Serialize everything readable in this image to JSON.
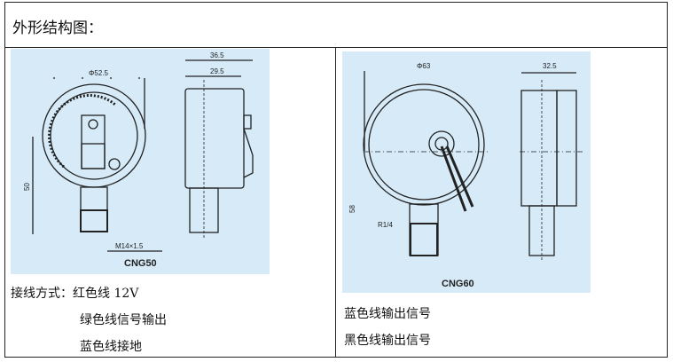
{
  "title": "外形结构图：",
  "left": {
    "model": "CNG50",
    "dims": {
      "diameter": "Φ52.5",
      "depth_total": "36.5",
      "depth_case": "29.5",
      "height": "50",
      "thread": "M14×1.5"
    },
    "wiring": [
      "接线方式：红色线 12V",
      "绿色线信号输出",
      "蓝色线接地"
    ]
  },
  "right": {
    "model": "CNG60",
    "dims": {
      "diameter": "Φ63",
      "depth": "32.5",
      "height": "58",
      "thread": "R1/4"
    },
    "wiring": [
      "蓝色线输出信号",
      "黑色线输出信号"
    ]
  },
  "colors": {
    "drawing_bg": "#d6eaf8",
    "line": "#222222"
  }
}
